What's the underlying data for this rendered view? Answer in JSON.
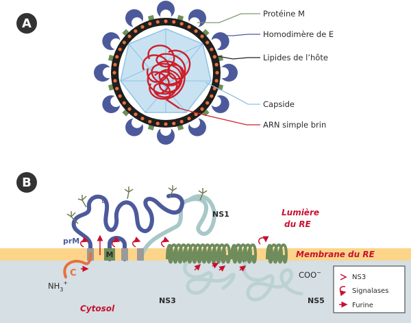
{
  "panel_a": {
    "letter": "A",
    "labels": {
      "protein_m": "Protéine M",
      "homodimer_e": "Homodimère de E",
      "host_lipids": "Lipides de l’hôte",
      "capsid": "Capside",
      "rna": "ARN simple brin"
    }
  },
  "panel_b": {
    "letter": "B",
    "proteins": {
      "e": "E",
      "prm": "prM",
      "m": "M",
      "c": "C",
      "nh3": "NH",
      "nh3_sub": "3",
      "nh3_sup": "+",
      "ns1": "NS1",
      "ns3": "NS3",
      "ns5": "NS5",
      "coo": "COO",
      "coo_sup": "−"
    },
    "regions": {
      "lumen_line1": "Lumière",
      "lumen_line2": "du RE",
      "membrane": "Membrane du RE",
      "cytosol": "Cytosol"
    },
    "legend": {
      "items": [
        {
          "label": "NS3",
          "icon": "short-arrow-icon"
        },
        {
          "label": "Signalases",
          "icon": "curved-arrow-icon"
        },
        {
          "label": "Furine",
          "icon": "arrow-icon"
        }
      ]
    }
  },
  "colors": {
    "membrane": "#fcd58a",
    "cytosol": "#d5dfe4",
    "lipid_layer": "#1e1e1e",
    "orange_dots": "#e8703a",
    "e_protein": "#4c5a9c",
    "m_protein": "#6e8e5a",
    "capsid_fill": "#c9e2f2",
    "capsid_lines": "#8fc1e3",
    "rna": "#cc1f2a",
    "ns1": "#a8c8c8",
    "ns_green": "#6f8c5c",
    "cytosol_ns": "#bcd2d2",
    "accent_red": "#c8102e",
    "badge": "#333333"
  }
}
